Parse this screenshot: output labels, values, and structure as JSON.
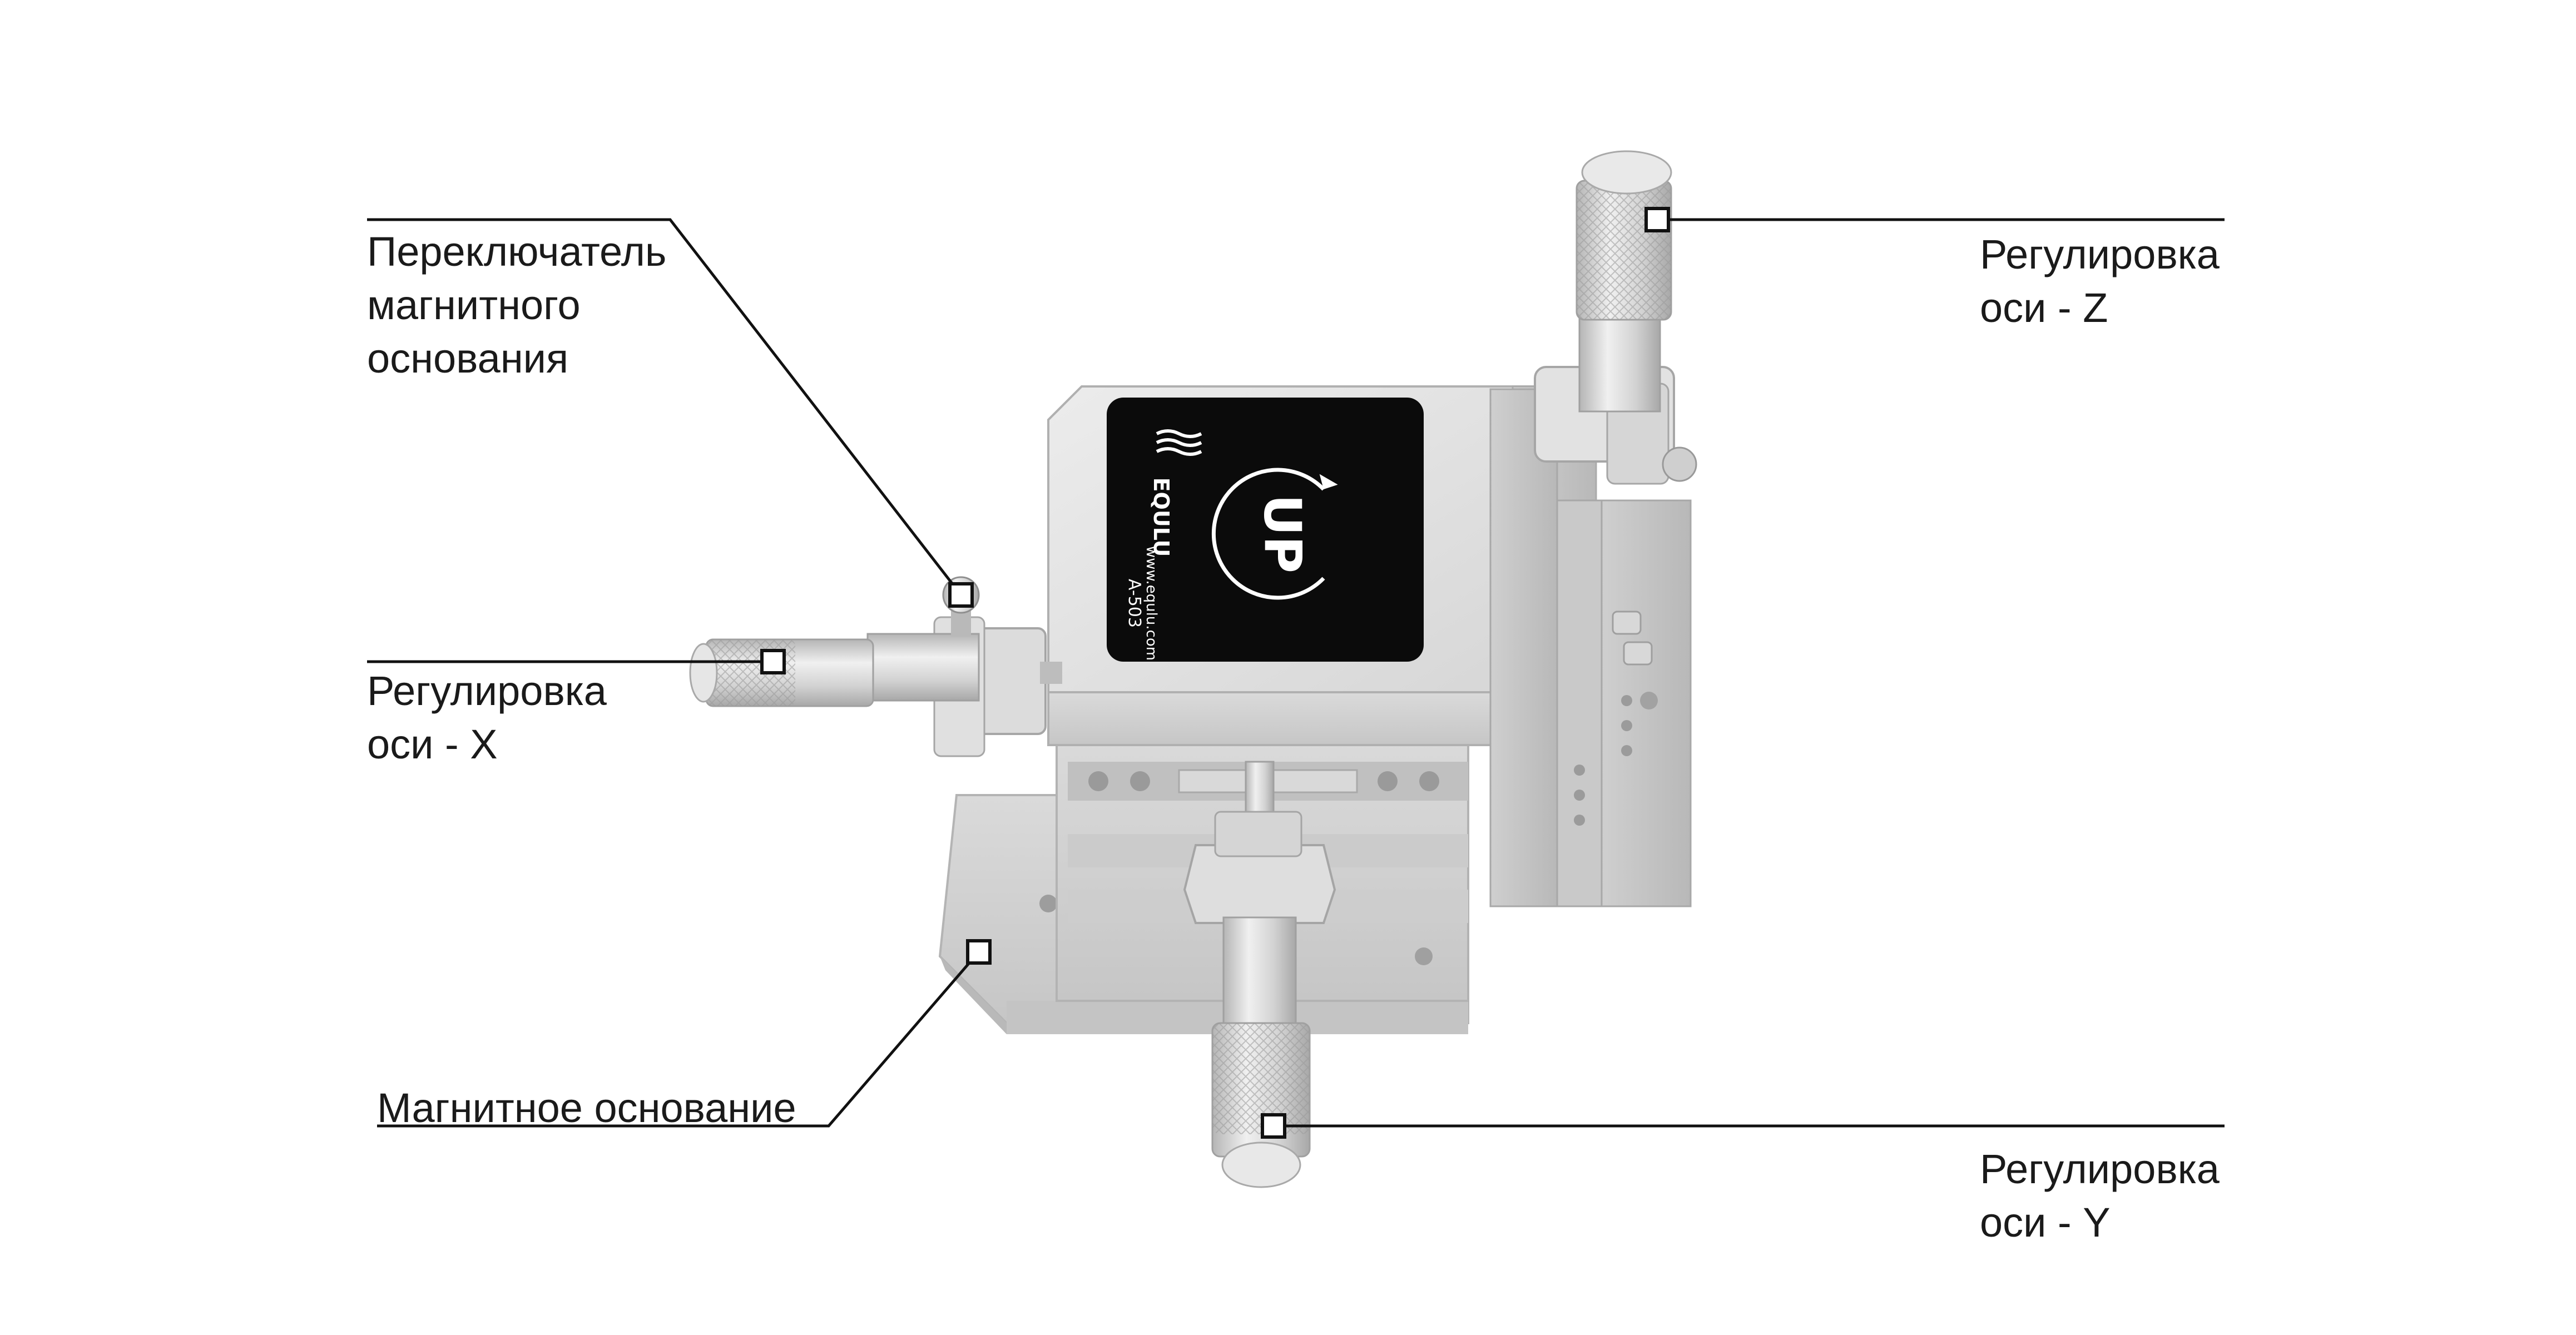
{
  "callouts": {
    "magnet_switch": "Переключатель\nмагнитного\nоснования",
    "axis_x": "Регулировка\nоси - X",
    "magnetic_base": "Магнитное основание",
    "axis_z": "Регулировка\nоси - Z",
    "axis_y": "Регулировка\nоси - Y"
  },
  "plate": {
    "logo_text": "EQULU",
    "mark": "UP",
    "model": "A-503",
    "website": "www.equlu.com"
  },
  "colors": {
    "line": "#111111",
    "metal_light": "#e4e4e4",
    "metal_mid": "#cfcfcf",
    "metal_dark": "#a9a9a9",
    "plate_black": "#0b0b0b",
    "plate_text": "#ffffff"
  },
  "icons": [
    "callout-marker-icon",
    "up-rotation-arrow-icon",
    "equlu-logo-icon"
  ]
}
